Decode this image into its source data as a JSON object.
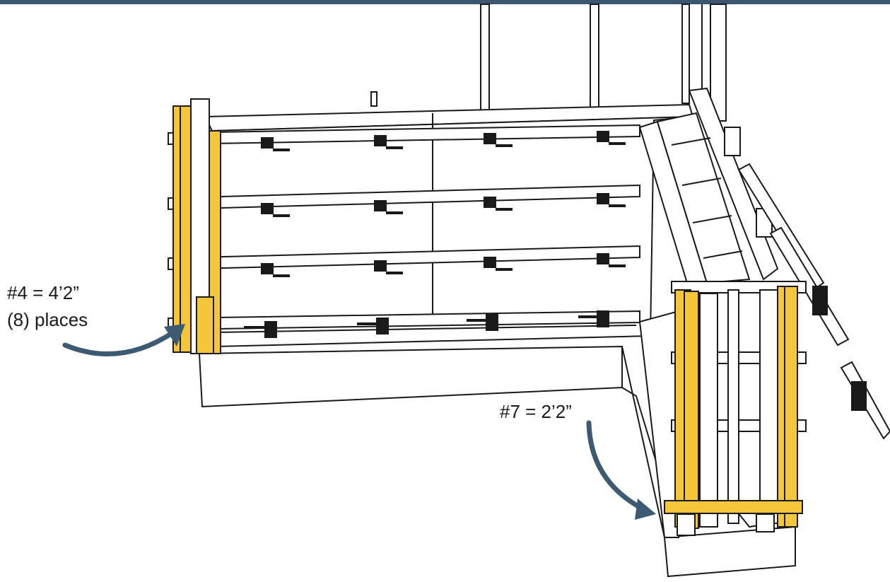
{
  "colors": {
    "top_bar": "#3d5670",
    "arrow": "#3d5a73",
    "highlight": "#f5c63a",
    "line": "#1a1a1a"
  },
  "callouts": [
    {
      "line1": "#4 = 4’2”",
      "line2": "(8) places"
    },
    {
      "line1": "#7 = 2’2”"
    }
  ],
  "icons": [
    "curved-arrow-icon",
    "curved-arrow-icon"
  ]
}
